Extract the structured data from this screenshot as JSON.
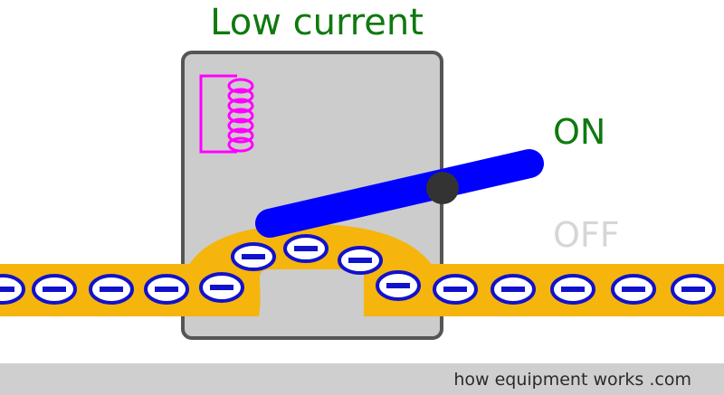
{
  "title": "Low current",
  "switch_states": {
    "on": "ON",
    "off": "OFF"
  },
  "footer": {
    "text": "how equipment works .com"
  },
  "colors": {
    "title": "#0f7a0f",
    "on_label": "#0f7a0f",
    "off_label": "#d6d6d6",
    "housing_fill": "#cccccc",
    "housing_stroke": "#555555",
    "coil": "#ff00ff",
    "lever": "#0000ff",
    "pivot": "#333333",
    "conductor": "#f5b50c",
    "electron_fill": "#ffffff",
    "electron_stroke": "#1111cc",
    "footer_bg": "#cfcfcf"
  },
  "icons": {
    "electron": "minus-sign-in-ellipse",
    "coil": "solenoid-coil"
  }
}
